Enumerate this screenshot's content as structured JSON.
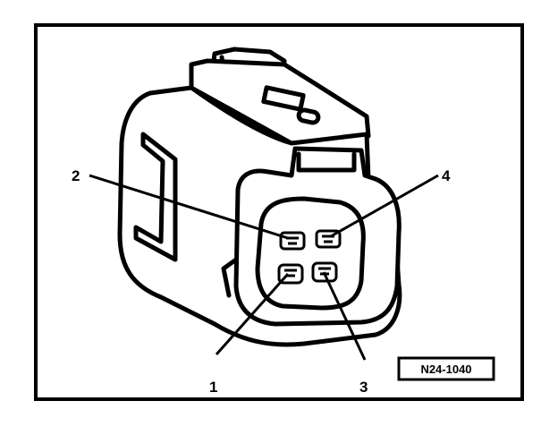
{
  "diagram": {
    "callouts": [
      {
        "id": "pin-2",
        "label": "2"
      },
      {
        "id": "pin-4",
        "label": "4"
      },
      {
        "id": "pin-1",
        "label": "1"
      },
      {
        "id": "pin-3",
        "label": "3"
      }
    ],
    "reference_code": "N24-1040"
  }
}
